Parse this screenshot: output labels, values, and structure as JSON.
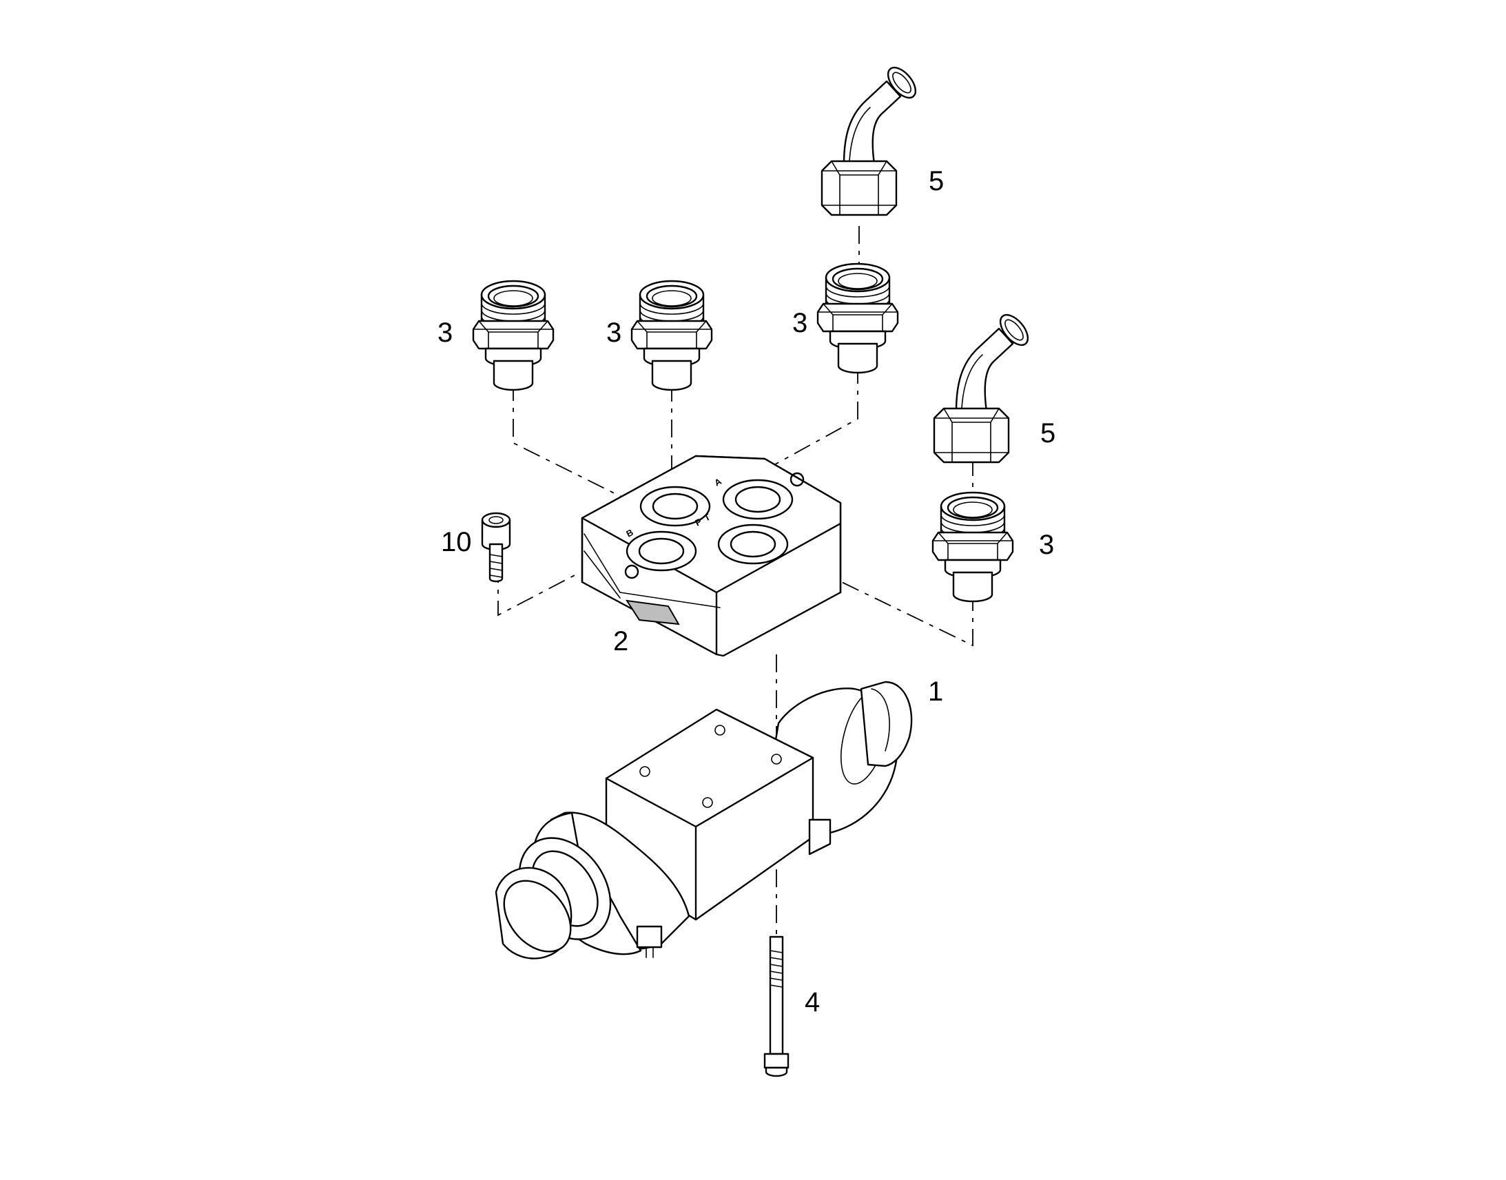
{
  "diagram": {
    "parts": [
      {
        "id": "p1",
        "label": "1",
        "icon": "solenoid-valve-icon"
      },
      {
        "id": "p2",
        "label": "2",
        "icon": "sub-plate-icon"
      },
      {
        "id": "p3a",
        "label": "3",
        "icon": "straight-fitting-icon"
      },
      {
        "id": "p3b",
        "label": "3",
        "icon": "straight-fitting-icon"
      },
      {
        "id": "p3c",
        "label": "3",
        "icon": "straight-fitting-icon"
      },
      {
        "id": "p3d",
        "label": "3",
        "icon": "straight-fitting-icon"
      },
      {
        "id": "p4",
        "label": "4",
        "icon": "long-bolt-icon"
      },
      {
        "id": "p5a",
        "label": "5",
        "icon": "elbow-fitting-icon"
      },
      {
        "id": "p5b",
        "label": "5",
        "icon": "elbow-fitting-icon"
      },
      {
        "id": "p10",
        "label": "10",
        "icon": "socket-head-screw-icon"
      }
    ],
    "port_marks": [
      "A",
      "B",
      "P",
      "T"
    ]
  }
}
